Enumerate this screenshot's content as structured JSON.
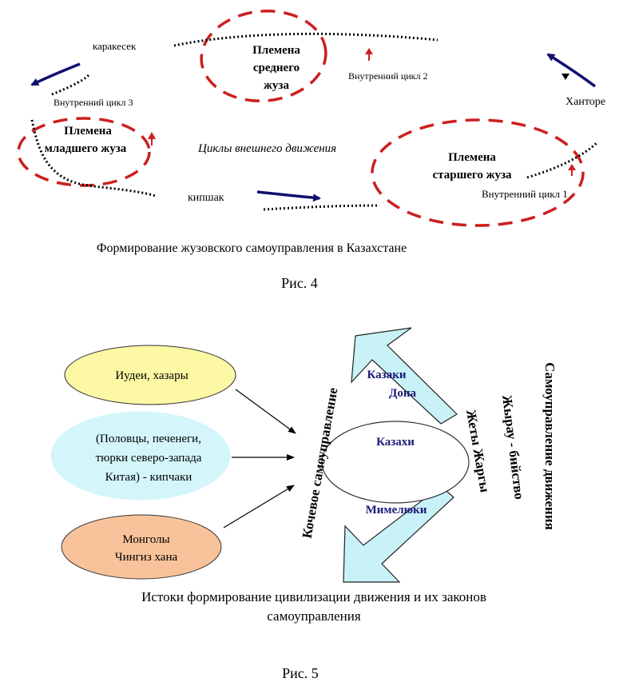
{
  "figure4": {
    "labels": {
      "karakesek": "каракесек",
      "inner_cycle_3": "Внутренний цикл 3",
      "inner_cycle_2": "Внутренний цикл 2",
      "inner_cycle_1": "Внутренний цикл 1",
      "hantore": "Ханторе",
      "kipshak": "кипшак",
      "external_cycles": "Циклы  внешнего движения"
    },
    "middle_zhuz": [
      "Племена",
      "среднего",
      "жуза"
    ],
    "junior_zhuz": [
      "Племена",
      "младшего жуза"
    ],
    "senior_zhuz": [
      "Племена",
      "старшего жуза"
    ],
    "caption": "Формирование жузовского самоуправления в Казахстане",
    "number": "Рис. 4",
    "colors": {
      "dashed": "#cc1f1f",
      "arrow": "#10106e"
    }
  },
  "figure5": {
    "oval_jews": "Иудеи, хазары",
    "oval_kipchaks": [
      "(Половцы, печенеги,",
      "тюрки северо-запада",
      "Китая) - кипчаки"
    ],
    "oval_mongols": [
      "Монголы",
      "Чингиз хана"
    ],
    "center": "Казахи",
    "arrow_up_label": [
      "Казаки",
      "Дона"
    ],
    "arrow_down_label": "Мимелюки",
    "nomadic_selfgov": "Кочевое самоуправление",
    "zhety_zhargy": "Жеты Жаргы",
    "zhyrau": "Жырау - бийство",
    "movement_selfgov": "Самоуправление движения",
    "caption": [
      "Истоки формирование  цивилизации движения и их законов",
      "самоуправления"
    ],
    "number": "Рис. 5",
    "colors": {
      "yellow": "#fcf8a4",
      "cyan": "#d4f6fb",
      "orange": "#f8c39a",
      "arrow_fill": "#c8f2f8"
    }
  }
}
